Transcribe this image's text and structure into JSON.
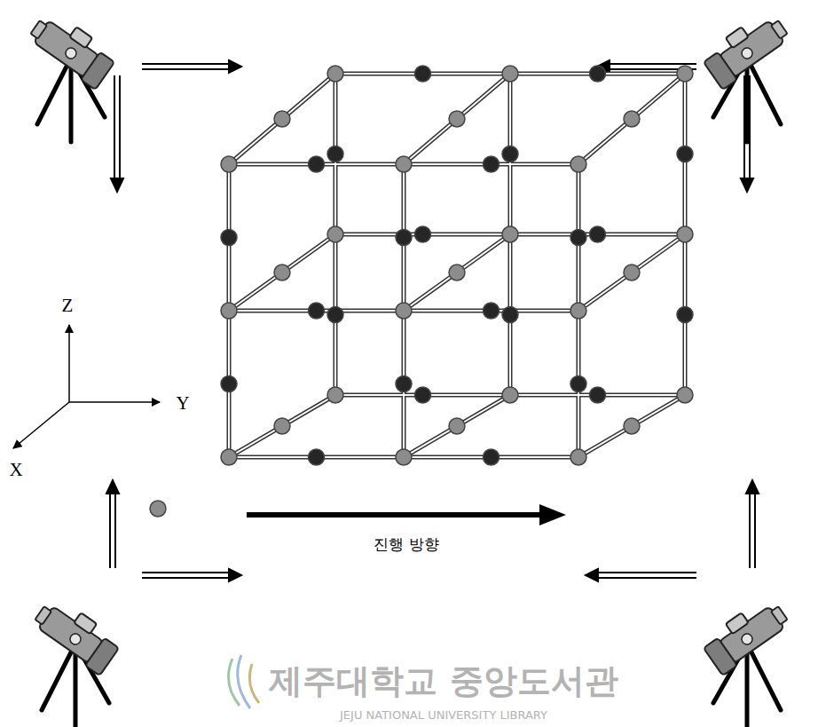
{
  "diagram": {
    "labels": [
      "Z",
      "Y",
      "X",
      "진행 방향",
      "제주대학교 중앙도서관",
      "JEJU NATIONAL UNIVERSITY LIBRARY"
    ]
  }
}
